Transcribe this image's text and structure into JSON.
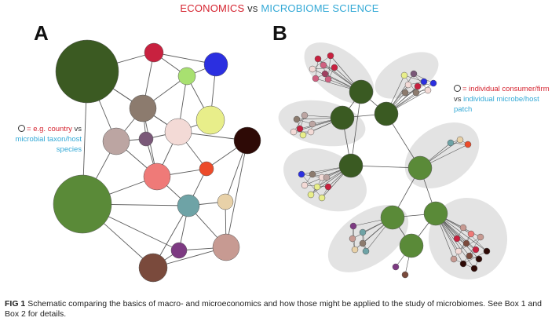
{
  "header": {
    "title_econ": "ECONOMICS",
    "title_vs": "vs",
    "title_micro": "MICROBIOME SCIENCE"
  },
  "panels": {
    "a": "A",
    "b": "B"
  },
  "legend_a": {
    "part1": "= e.g. country",
    "part2": "vs",
    "part3": "microbial taxon/host species"
  },
  "legend_b": {
    "part1": "= individual consumer/firm",
    "part2": "vs",
    "part3": "individual microbe/host patch"
  },
  "caption": {
    "fig": "FIG 1",
    "text": "Schematic comparing the basics of macro- and microeconomics and how those might be applied to the study of microbiomes. See Box 1 and Box 2 for details."
  },
  "colors": {
    "econ_red": "#d5232f",
    "micro_blue": "#33a9d6",
    "dark_green": "#3a5a22",
    "mid_green": "#5a8a38",
    "patch_gray": "#e3e3e3"
  }
}
